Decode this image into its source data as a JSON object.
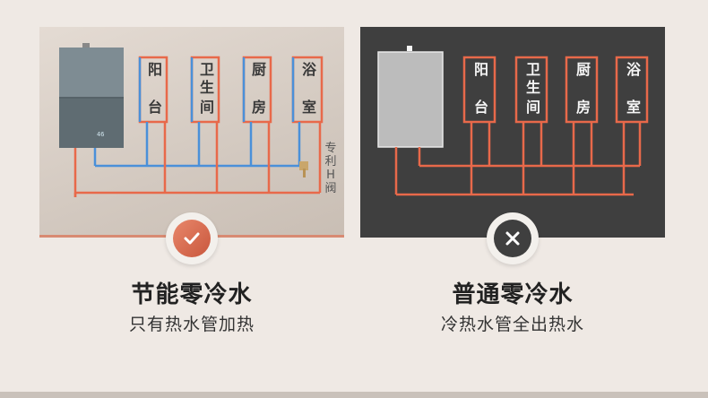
{
  "left_panel": {
    "heater_display": "46",
    "rooms": [
      {
        "name": "阳台",
        "chars": [
          "阳",
          "台"
        ]
      },
      {
        "name": "卫生间",
        "chars": [
          "卫",
          "生",
          "间"
        ]
      },
      {
        "name": "厨房",
        "chars": [
          "厨",
          "房"
        ]
      },
      {
        "name": "浴室",
        "chars": [
          "浴",
          "室"
        ]
      }
    ],
    "valve_label": "专利H阀",
    "heading": "节能零冷水",
    "subheading": "只有热水管加热"
  },
  "right_panel": {
    "rooms": [
      {
        "name": "阳台",
        "chars": [
          "阳",
          "台"
        ]
      },
      {
        "name": "卫生间",
        "chars": [
          "卫",
          "生",
          "间"
        ]
      },
      {
        "name": "厨房",
        "chars": [
          "厨",
          "房"
        ]
      },
      {
        "name": "浴室",
        "chars": [
          "浴",
          "室"
        ]
      }
    ],
    "heading": "普通零冷水",
    "subheading": "冷热水管全出热水"
  },
  "colors": {
    "hot_pipe": "#e8694a",
    "cold_pipe": "#4a90d9",
    "accent": "#d4654a",
    "dark_panel": "#3f3f3f"
  },
  "icons": {
    "good": "check-icon",
    "bad": "cross-icon"
  }
}
